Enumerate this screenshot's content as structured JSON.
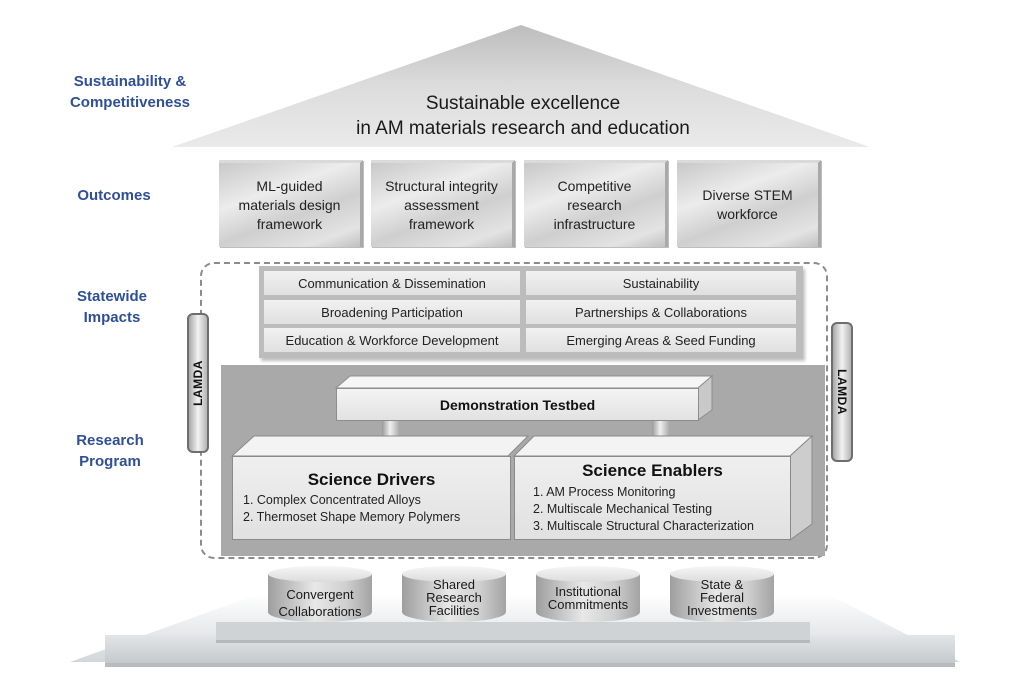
{
  "diagram_title": "Sustainable excellence in AM materials research and education",
  "layers": {
    "sustainability": {
      "label_lines": [
        "Sustainability &",
        "Competitiveness"
      ]
    },
    "outcomes": {
      "label": "Outcomes"
    },
    "impacts": {
      "label_lines": [
        "Statewide",
        "Impacts"
      ]
    },
    "research": {
      "label_lines": [
        "Research",
        "Program"
      ]
    }
  },
  "roof": {
    "lines": [
      "Sustainable excellence",
      "in AM materials research and education"
    ]
  },
  "outcomes": [
    {
      "lines": [
        "ML-guided",
        "materials design",
        "framework"
      ]
    },
    {
      "lines": [
        "Structural integrity",
        "assessment",
        "framework"
      ]
    },
    {
      "lines": [
        "Competitive",
        "research",
        "infrastructure"
      ]
    },
    {
      "lines": [
        "Diverse STEM",
        "workforce"
      ]
    }
  ],
  "impacts": {
    "left": [
      "Communication & Dissemination",
      "Broadening Participation",
      "Education & Workforce Development"
    ],
    "right": [
      "Sustainability",
      "Partnerships & Collaborations",
      "Emerging Areas & Seed Funding"
    ]
  },
  "lamda": {
    "left": "LAMDA",
    "right": "LAMDA"
  },
  "testbed": {
    "label": "Demonstration Testbed"
  },
  "science_drivers": {
    "title": "Science Drivers",
    "items": [
      "1.  Complex Concentrated Alloys",
      "2.  Thermoset Shape Memory Polymers"
    ]
  },
  "science_enablers": {
    "title": "Science Enablers",
    "items": [
      "1.  AM Process Monitoring",
      "2.  Multiscale Mechanical Testing",
      "3.  Multiscale Structural Characterization"
    ]
  },
  "foundation": [
    {
      "lines": [
        "Convergent",
        "Collaborations"
      ]
    },
    {
      "lines": [
        "Shared",
        "Research",
        "Facilities"
      ]
    },
    {
      "lines": [
        "Institutional",
        "Commitments"
      ]
    },
    {
      "lines": [
        "State &",
        "Federal",
        "Investments"
      ]
    }
  ],
  "colors": {
    "label_blue": "#2f4f96",
    "research_gray": "#a9a9a9",
    "envelope_dash": "#8c8c8c"
  }
}
